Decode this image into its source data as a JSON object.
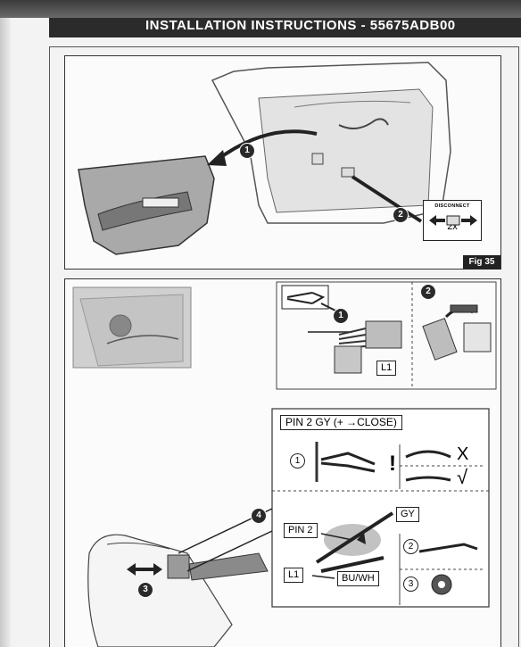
{
  "header": {
    "title": "INSTALLATION INSTRUCTIONS - 55675ADB00"
  },
  "figure": {
    "label": "Fig 35"
  },
  "panel1": {
    "callout_1": "1",
    "callout_2": "2",
    "disconnect_label": "DISCONNECT",
    "disconnect_qty": "2x"
  },
  "panel2": {
    "callout_1": "1",
    "callout_2": "2",
    "connector_label": "L1"
  },
  "panel3": {
    "callout_3": "3",
    "callout_4": "4",
    "pin_title": "PIN 2  GY (+ →CLOSE)",
    "step_1": "1",
    "step_2": "2",
    "step_3": "3",
    "wrong_mark": "X",
    "right_mark": "√",
    "warning_mark": "!",
    "label_gy": "GY",
    "label_pin2": "PIN 2",
    "label_l1": "L1",
    "label_buwh": "BU/WH"
  },
  "colors": {
    "header_bg": "#2b2b2b",
    "line": "#222222",
    "shading": "#bcbcbc"
  }
}
